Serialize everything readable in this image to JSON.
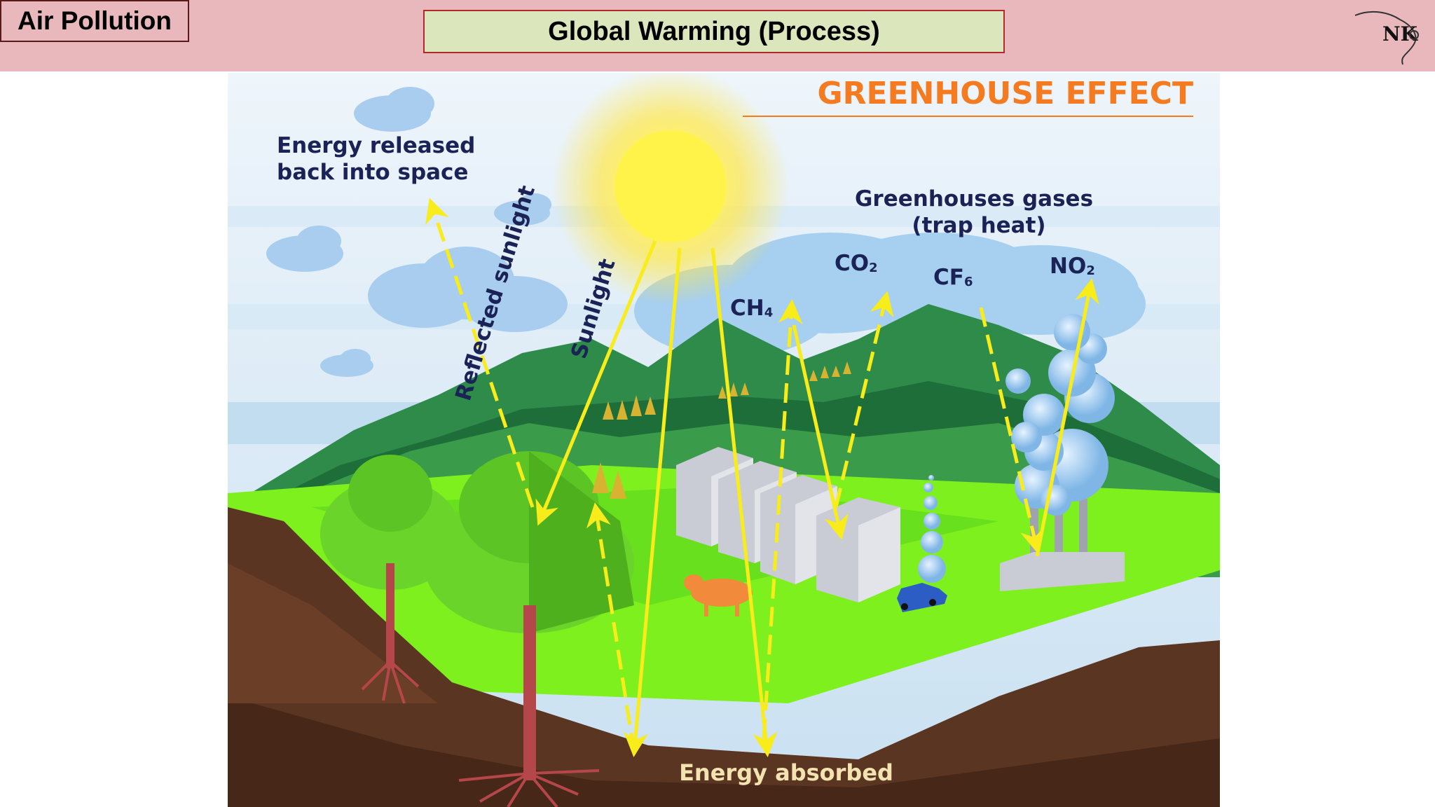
{
  "header": {
    "section_label": "Air Pollution",
    "title": "Global Warming (Process)",
    "logo_text": "NK"
  },
  "diagram": {
    "title": "GREENHOUSE EFFECT",
    "space_label_line1": "Energy released",
    "space_label_line2": "back into space",
    "reflected_label": "Reflected sunlight",
    "sunlight_label": "Sunlight",
    "gases_label_line1": "Greenhouses gases",
    "gases_label_line2": "(trap heat)",
    "gases": [
      {
        "base": "CH",
        "sub": "4"
      },
      {
        "base": "CO",
        "sub": "2"
      },
      {
        "base": "CF",
        "sub": "6"
      },
      {
        "base": "NO",
        "sub": "2"
      }
    ],
    "absorbed_label": "Energy absorbed"
  },
  "colors": {
    "header_bg": "#e8b8bc",
    "title_box_bg": "#dbe6bc",
    "diagram_title": "#f47b20",
    "arrow": "#f8ec1a",
    "label_text": "#1b2356"
  }
}
